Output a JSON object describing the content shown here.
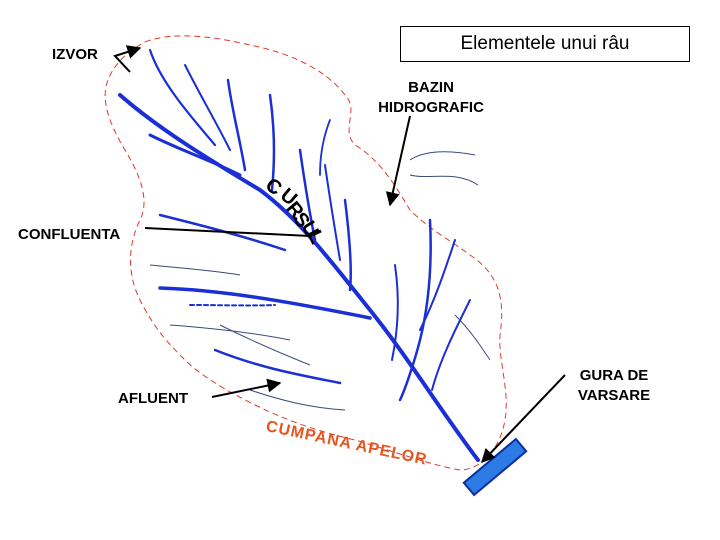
{
  "title": "Elementele unui râu",
  "labels": {
    "izvor": "IZVOR",
    "bazin_line1": "BAZIN",
    "bazin_line2": "HIDROGRAFIC",
    "confluenta": "CONFLUENTA",
    "afluent": "AFLUENT",
    "gura_line1": "GURA DE",
    "gura_line2": "VARSARE",
    "cumpana": "CUMPANA APELOR",
    "cursul_letters": [
      "C",
      "U",
      "R",
      "S",
      "U",
      "L"
    ]
  },
  "colors": {
    "river": "#1a2fd6",
    "divide": "#e03a2a",
    "divide_text": "#e8541e",
    "mouth_fill": "#2c7be5"
  }
}
